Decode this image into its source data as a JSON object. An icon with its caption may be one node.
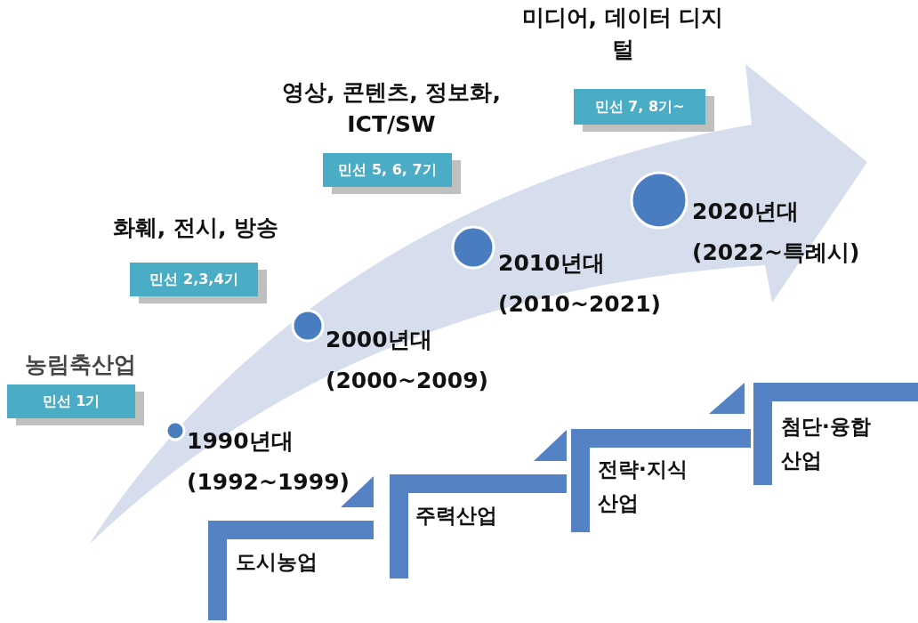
{
  "diagram": {
    "nodes": [
      {
        "text": [
          "농림축산업",
          "민선 1기"
        ]
      },
      {
        "text": [
          "화훼, 전시, 방송",
          "민선 2,3,4기"
        ]
      },
      {
        "text": [
          "영상, 콘텐츠, 정보화, ICT/SW",
          "민선 5, 6, 7기"
        ]
      },
      {
        "text": [
          "미디어, 데이터 디지털",
          "민선 7, 8기~"
        ]
      },
      {
        "text": [],
        "shape": "circle",
        "beside": [
          "1990년대",
          "(1992~1999)"
        ]
      },
      {
        "text": [],
        "shape": "circle",
        "beside": [
          "2000년대",
          "(2000~2009)"
        ]
      },
      {
        "text": [],
        "shape": "circle",
        "beside": [
          "2010년대",
          "(2010~2021)"
        ]
      },
      {
        "text": [],
        "shape": "circle",
        "beside": [
          "2020년대",
          "(2022~특례시)"
        ]
      },
      {
        "text": [
          "도시농업"
        ]
      },
      {
        "text": [
          "주력산업"
        ]
      },
      {
        "text": [
          "전략·지식 산업"
        ]
      },
      {
        "text": [
          "첨단·융합 산업"
        ]
      }
    ]
  }
}
